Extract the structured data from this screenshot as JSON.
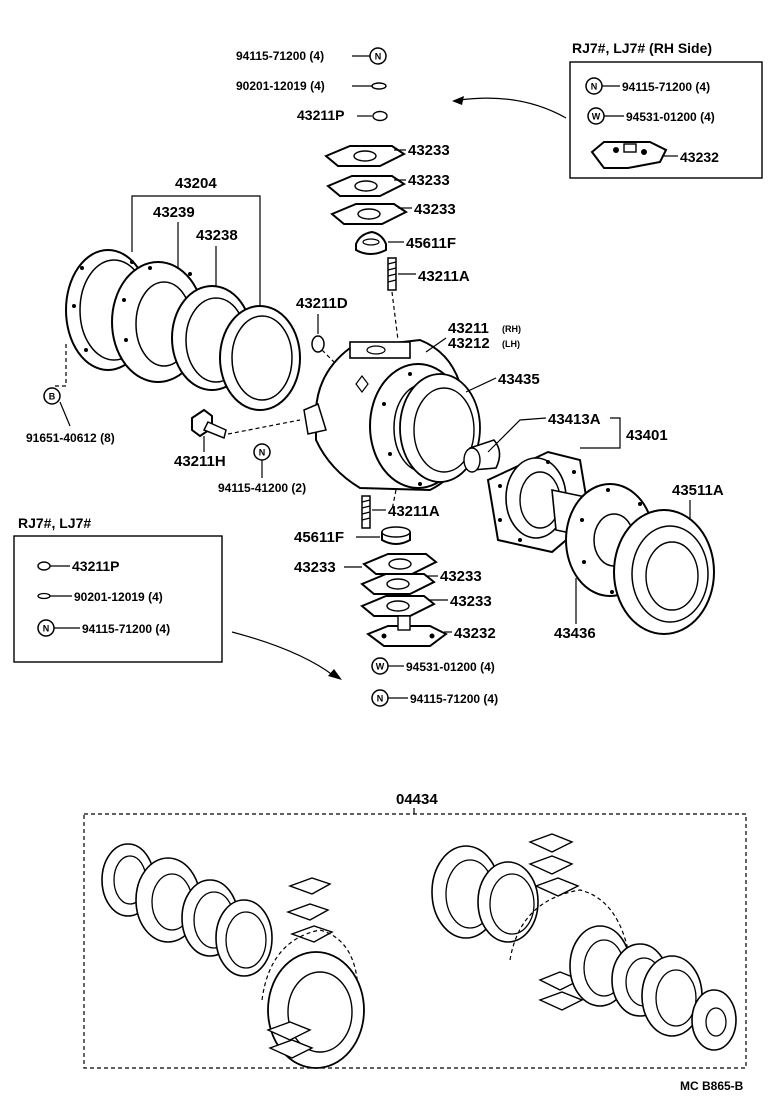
{
  "top_fasteners": {
    "nut_label": "94115-71200 (4)",
    "washer_label": "90201-12019 (4)",
    "cap_label": "43211P"
  },
  "rh_side_box": {
    "title": "RJ7#, LJ7# (RH Side)",
    "item1": "94115-71200 (4)",
    "item2": "94531-01200 (4)",
    "item3": "43232"
  },
  "rj_box": {
    "title": "RJ7#, LJ7#",
    "item1": "43211P",
    "item2": "90201-12019 (4)",
    "item3": "94115-71200 (4)"
  },
  "symbols": {
    "nut": "N",
    "washer": "W",
    "bolt": "B"
  },
  "parts": {
    "p43233_a": "43233",
    "p43233_b": "43233",
    "p43233_c": "43233",
    "p45611f_top": "45611F",
    "p43211a_top": "43211A",
    "p43204": "43204",
    "p43239": "43239",
    "p43238": "43238",
    "p43211d": "43211D",
    "p43211": "43211",
    "p43211_note": "(RH)",
    "p43212": "43212",
    "p43212_note": "(LH)",
    "p43435": "43435",
    "p43413a": "43413A",
    "p43401": "43401",
    "p43511a": "43511A",
    "bolt_91651": "91651-40612 (8)",
    "p43211h": "43211H",
    "nut_94115_41200": "94115-41200 (2)",
    "p43211a_bot": "43211A",
    "p45611f_bot": "45611F",
    "p43233_d": "43233",
    "p43233_e": "43233",
    "p43233_f": "43233",
    "p43232_bot": "43232",
    "p43436": "43436",
    "washer_bot": "94531-01200 (4)",
    "nut_bot": "94115-71200 (4)",
    "assembly": "04434"
  },
  "footer_code": "MC  B865-B"
}
